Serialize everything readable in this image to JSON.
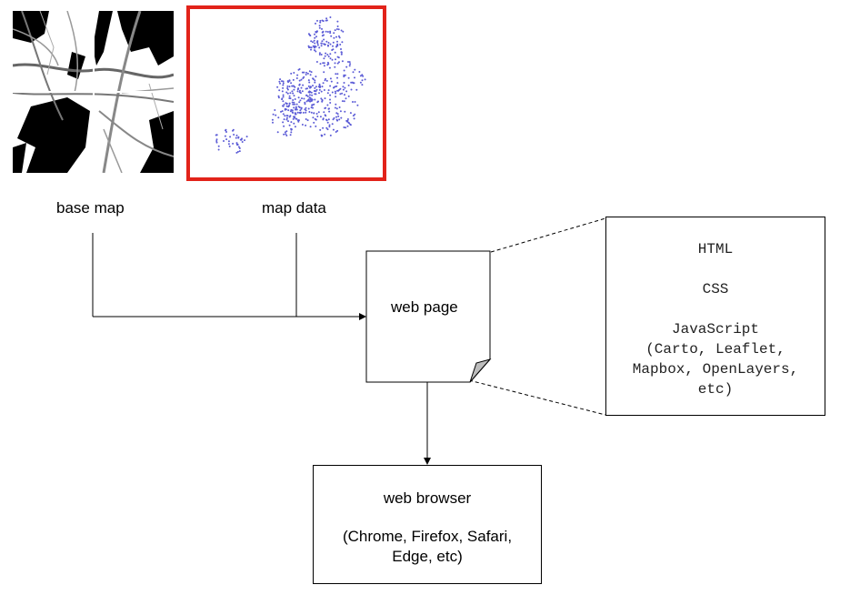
{
  "labels": {
    "base_map": "base map",
    "map_data": "map data"
  },
  "web_page": {
    "label": "web page"
  },
  "tech_box": {
    "html": "HTML",
    "css": "CSS",
    "js": "JavaScript",
    "js_libs_line1": "(Carto, Leaflet,",
    "js_libs_line2": "Mapbox, OpenLayers,",
    "js_libs_line3": "etc)"
  },
  "browser": {
    "title": "web browser",
    "examples_line1": "(Chrome, Firefox, Safari,",
    "examples_line2": "Edge, etc)"
  },
  "colors": {
    "data_frame": "#e2231a",
    "data_points": "#5b5bd6",
    "page_fold": "#bdbdbd"
  },
  "icons": {
    "base_map_tiles": "map-tiles-image",
    "map_data_points": "point-scatter-map"
  }
}
